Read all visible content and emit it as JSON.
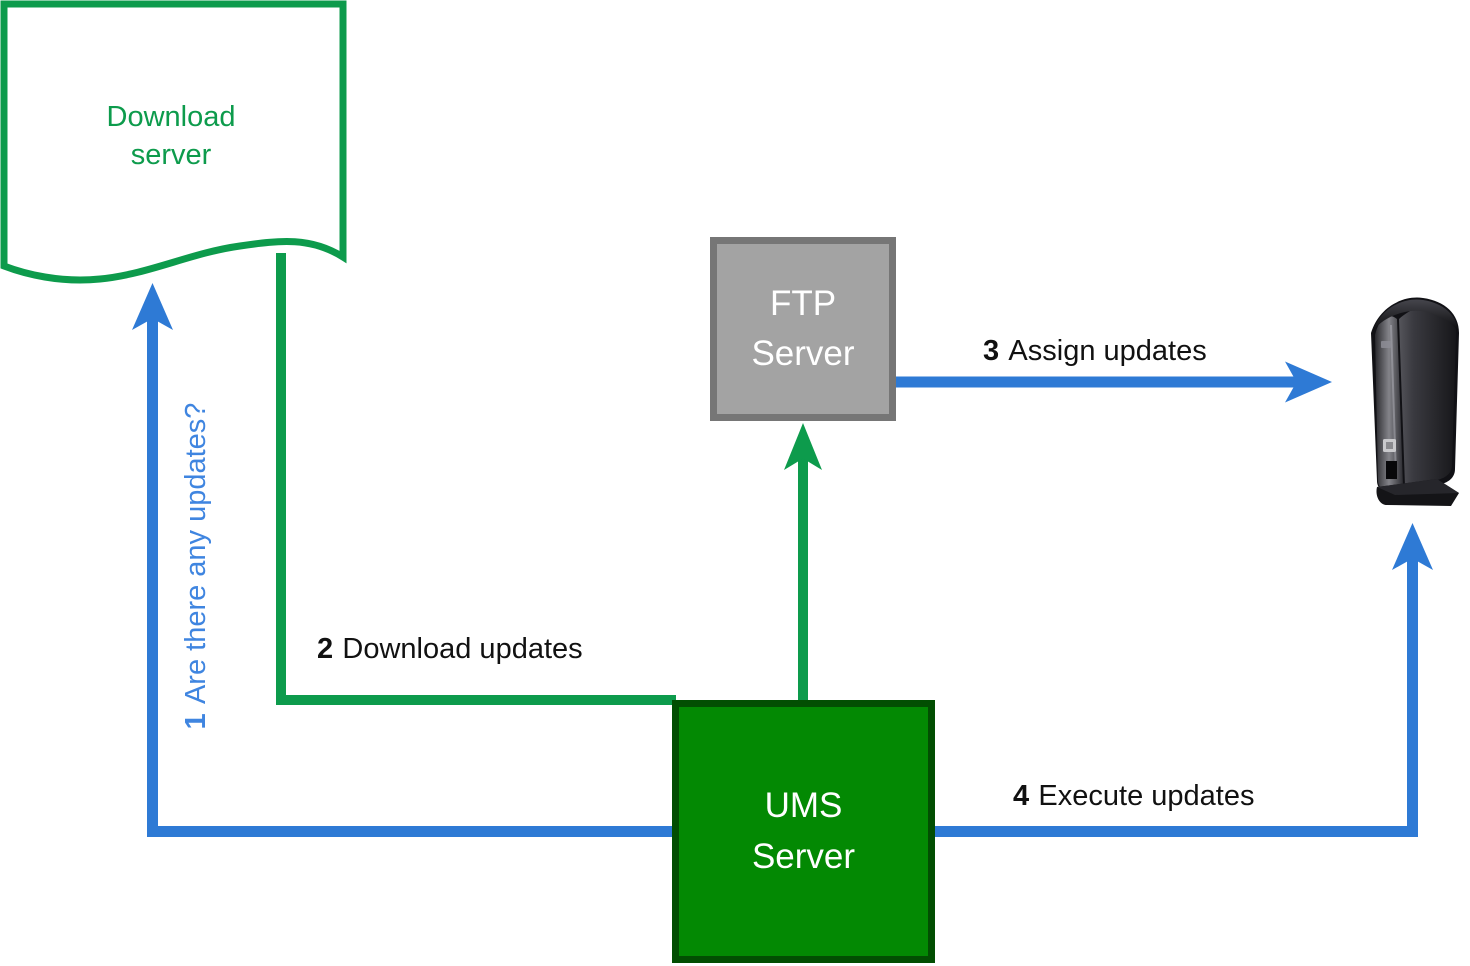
{
  "nodes": {
    "download_server": {
      "line1": "Download",
      "line2": "server"
    },
    "ftp_server": {
      "line1": "FTP",
      "line2": "Server"
    },
    "ums_server": {
      "line1": "UMS",
      "line2": "Server"
    }
  },
  "steps": [
    {
      "number": "1",
      "text": "Are there any updates?"
    },
    {
      "number": "2",
      "text": "Download updates"
    },
    {
      "number": "3",
      "text": "Assign updates"
    },
    {
      "number": "4",
      "text": "Execute updates"
    }
  ],
  "icons": {
    "device": "thin-client-tower"
  },
  "colors": {
    "connector_green": "#0d9b4c",
    "ums_fill": "#038903",
    "ums_border": "#024e02",
    "ftp_fill": "#a3a3a3",
    "ftp_border": "#767676",
    "arrow_blue": "#2e7ad5",
    "blue_label_text": "#3f85e0",
    "step_label_text": "#111111",
    "node_text": "#ffffff",
    "background": "#ffffff"
  }
}
